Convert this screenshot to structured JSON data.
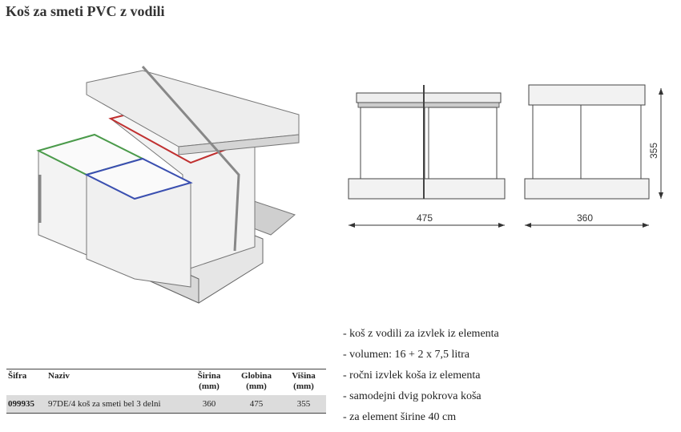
{
  "title": "Koš za smeti PVC z vodili",
  "drawings": {
    "front_width_label": "475",
    "side_depth_label": "360",
    "side_height_label": "355"
  },
  "features": [
    "- koš z vodili za izvlek iz elementa",
    "- volumen: 16 + 2 x 7,5 litra",
    "- ročni izvlek koša iz elementa",
    "- samodejni dvig pokrova koša",
    "- za element širine 40 cm"
  ],
  "table": {
    "headers": {
      "code": "Šifra",
      "name": "Naziv",
      "width": [
        "Širina",
        "(mm)"
      ],
      "depth": [
        "Globina",
        "(mm)"
      ],
      "height": [
        "Višina",
        "(mm)"
      ]
    },
    "rows": [
      {
        "code": "099935",
        "name": "97DE/4 koš za smeti bel 3 delni",
        "width": "360",
        "depth": "475",
        "height": "355"
      }
    ]
  },
  "colors": {
    "lid_green": "#4a9a4a",
    "lid_blue": "#3a4fb0",
    "lid_red": "#c03030"
  }
}
